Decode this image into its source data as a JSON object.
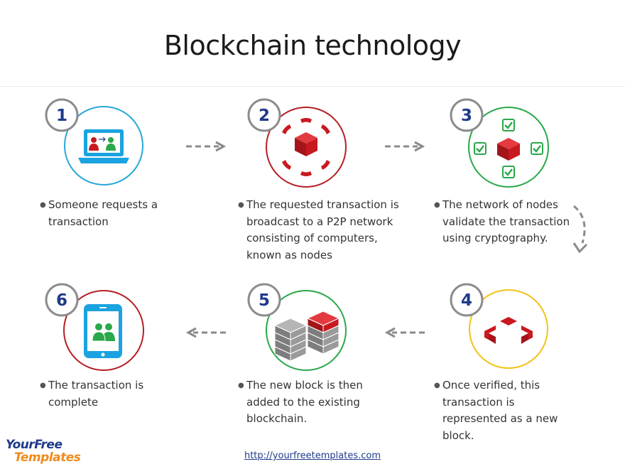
{
  "title": "Blockchain technology",
  "steps": [
    {
      "number": "1",
      "icon": "laptop-users-icon",
      "ring_color": "#29a8d8",
      "text": "Someone requests a transaction"
    },
    {
      "number": "2",
      "icon": "broadcast-block-icon",
      "ring_color": "#b51f24",
      "text": "The requested transaction is broadcast to a P2P network consisting of computers, known as nodes"
    },
    {
      "number": "3",
      "icon": "validate-block-icon",
      "ring_color": "#2aa84a",
      "text": "The network of nodes validate the transaction using cryptography."
    },
    {
      "number": "4",
      "icon": "open-block-icon",
      "ring_color": "#f2c21a",
      "text": "Once verified, this transaction is represented as a new block."
    },
    {
      "number": "5",
      "icon": "blockchain-stack-icon",
      "ring_color": "#2aa84a",
      "text": "The new block is then added to the existing blockchain."
    },
    {
      "number": "6",
      "icon": "tablet-users-icon",
      "ring_color": "#b51f24",
      "text": "The transaction  is complete"
    }
  ],
  "colors": {
    "number_ring": "#8c8c8c",
    "number_text": "#1f3a8a",
    "block_red": "#c8191f",
    "check_green": "#2aa84a",
    "arrow_gray": "#8a8a8a"
  },
  "footer": {
    "url": "http://yourfreetemplates.com",
    "logo_line1": "YourFree",
    "logo_line2": "Templates"
  }
}
